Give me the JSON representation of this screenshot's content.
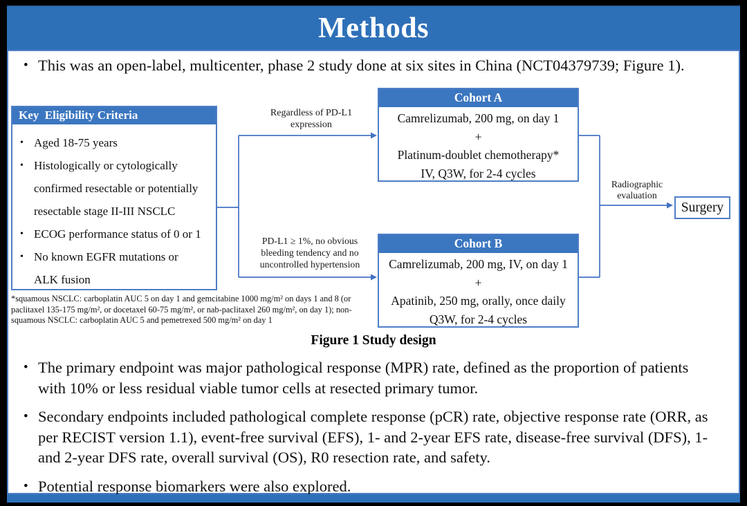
{
  "glyphs": {
    "bullet": "•"
  },
  "colors": {
    "bar_blue": "#2E70B8",
    "box_header_blue": "#3B76C0",
    "line_blue": "#4472C4",
    "border_blue": "#4E7EC6"
  },
  "slide": {
    "title": "Methods"
  },
  "intro_bullet": "This was an open-label, multicenter, phase 2 study done at six sites in China (NCT04379739; Figure 1).",
  "figure": {
    "eligibility": {
      "header": "Key  Eligibility Criteria",
      "items": [
        "Aged 18-75 years",
        "Histologically or cytologically\nconfirmed resectable or potentially\nresectable stage II-III NSCLC",
        "ECOG performance status of 0 or 1",
        "No known EGFR mutations or\nALK fusion"
      ]
    },
    "branch_label_top": "Regardless of PD-L1\nexpression",
    "branch_label_bottom": "PD-L1 ≥ 1%, no obvious\nbleeding tendency and no\nuncontrolled hypertension",
    "cohort_a": {
      "header": "Cohort A",
      "lines": [
        "Camrelizumab, 200 mg, on day 1",
        "+",
        "Platinum-doublet chemotherapy*",
        "IV, Q3W, for 2-4 cycles"
      ]
    },
    "cohort_b": {
      "header": "Cohort B",
      "lines": [
        "Camrelizumab, 200 mg, IV, on day 1",
        "+",
        "Apatinib, 250 mg, orally, once daily",
        "Q3W, for 2-4 cycles"
      ]
    },
    "evaluation_label": "Radiographic\nevaluation",
    "surgery_label": "Surgery",
    "footnote": "*squamous NSCLC: carboplatin AUC 5 on day 1 and gemcitabine 1000 mg/m² on days 1 and 8 (or\npaclitaxel 135-175 mg/m², or docetaxel 60-75 mg/m², or nab-paclitaxel 260 mg/m², on day 1); non-\nsquamous NSCLC: carboplatin AUC 5 and pemetrexed 500 mg/m² on day 1",
    "caption": "Figure 1 Study design"
  },
  "bullets": [
    "The primary endpoint was major pathological response (MPR) rate, defined as the proportion of patients\nwith 10% or less residual viable tumor cells at resected primary tumor.",
    "Secondary endpoints included pathological complete response (pCR) rate, objective response rate (ORR, as\nper RECIST version 1.1), event-free survival (EFS), 1- and 2-year EFS rate, disease-free survival (DFS), 1-\nand 2-year DFS rate, overall survival (OS), R0 resection rate, and safety.",
    "Potential response biomarkers were also explored."
  ]
}
